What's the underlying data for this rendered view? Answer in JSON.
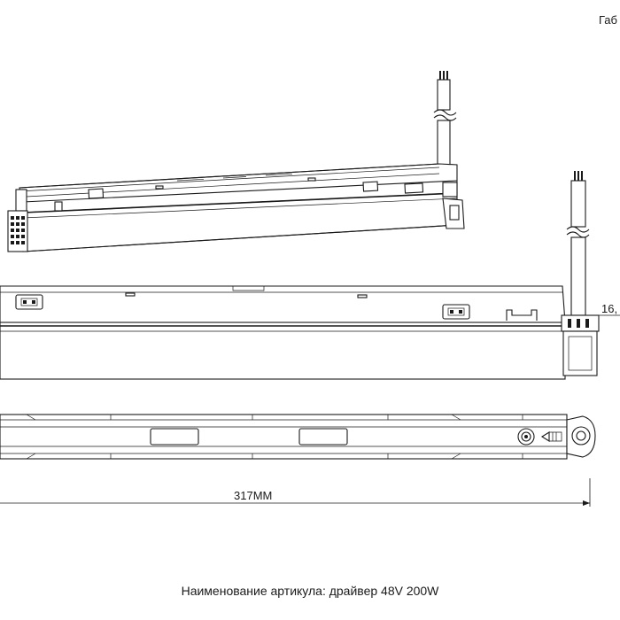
{
  "header": {
    "label": "Габ"
  },
  "dimensions": {
    "height_label": "16,",
    "length_label": "317MM"
  },
  "caption": {
    "text": "Наименование артикула: драйвер 48V 200W"
  },
  "colors": {
    "line": "#1a1a1a",
    "background": "#ffffff"
  }
}
